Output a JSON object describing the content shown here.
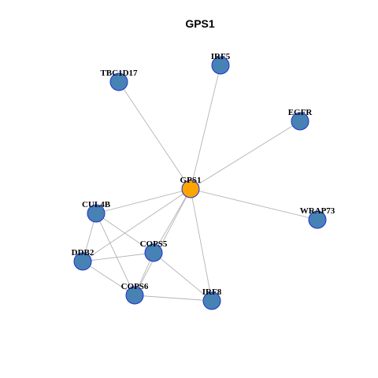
{
  "title": "GPS1",
  "colors": {
    "hub_fill": "#ffa500",
    "node_fill": "#4682b4",
    "node_stroke": "#1f2fcf",
    "edge": "#b4b4b4"
  },
  "nodes": [
    {
      "id": "GPS1",
      "label": "GPS1",
      "hub": true
    },
    {
      "id": "IRF5",
      "label": "IRF5"
    },
    {
      "id": "TBC1D17",
      "label": "TBC1D17"
    },
    {
      "id": "EGFR",
      "label": "EGFR"
    },
    {
      "id": "WRAP73",
      "label": "WRAP73"
    },
    {
      "id": "CUL4B",
      "label": "CUL4B"
    },
    {
      "id": "DDB2",
      "label": "DDB2"
    },
    {
      "id": "COPS5",
      "label": "COPS5"
    },
    {
      "id": "COPS6",
      "label": "COPS6"
    },
    {
      "id": "IRF8",
      "label": "IRF8"
    }
  ],
  "edges": [
    [
      "GPS1",
      "IRF5"
    ],
    [
      "GPS1",
      "TBC1D17"
    ],
    [
      "GPS1",
      "EGFR"
    ],
    [
      "GPS1",
      "WRAP73"
    ],
    [
      "GPS1",
      "CUL4B"
    ],
    [
      "GPS1",
      "DDB2"
    ],
    [
      "GPS1",
      "COPS5"
    ],
    [
      "GPS1",
      "COPS6"
    ],
    [
      "GPS1",
      "IRF8"
    ],
    [
      "CUL4B",
      "DDB2"
    ],
    [
      "CUL4B",
      "COPS5"
    ],
    [
      "CUL4B",
      "COPS6"
    ],
    [
      "DDB2",
      "COPS5"
    ],
    [
      "DDB2",
      "COPS6"
    ],
    [
      "COPS5",
      "COPS6"
    ],
    [
      "COPS5",
      "IRF8"
    ],
    [
      "COPS6",
      "IRF8"
    ]
  ]
}
